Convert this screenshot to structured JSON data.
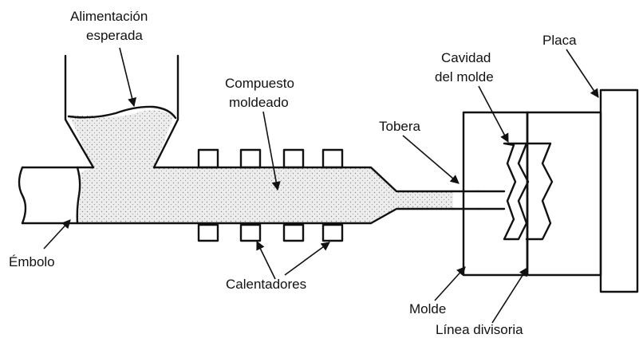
{
  "labels": {
    "feed_line1": "Alimentación",
    "feed_line2": "esperada",
    "compound_line1": "Compuesto",
    "compound_line2": "moldeado",
    "nozzle": "Tobera",
    "cavity_line1": "Cavidad",
    "cavity_line2": "del molde",
    "platen": "Placa",
    "plunger": "Émbolo",
    "heaters": "Calentadores",
    "mold": "Molde",
    "parting_line": "Línea divisoria"
  },
  "colors": {
    "ink": "#111111",
    "fill_stipple": "#e4e4e4",
    "background": "#ffffff"
  }
}
